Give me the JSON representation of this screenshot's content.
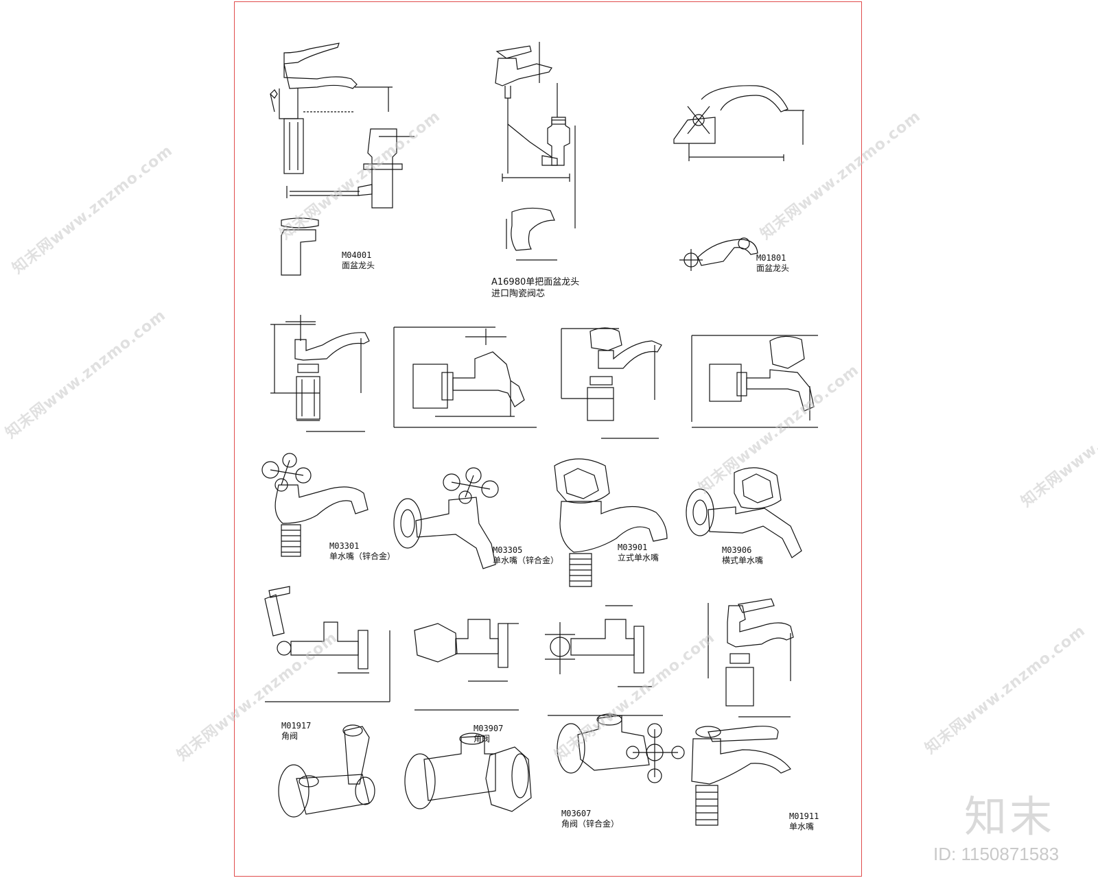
{
  "sheet": {
    "row1": {
      "a": {
        "code": "M04001",
        "name": "面盆龙头"
      },
      "b": {
        "code": "A16980单把面盆龙头",
        "name": "进口陶瓷阀芯"
      },
      "c": {
        "code": "M01801",
        "name": "面盆龙头"
      }
    },
    "row3": {
      "a": {
        "code": "M03301",
        "name": "单水嘴（锌合金）"
      },
      "b": {
        "code": "M03305",
        "name": "单水嘴（锌合金）"
      },
      "c": {
        "code": "M03901",
        "name": "立式单水嘴"
      },
      "d": {
        "code": "M03906",
        "name": "横式单水嘴"
      }
    },
    "row5": {
      "a": {
        "code": "M01917",
        "name": "角阀"
      },
      "b": {
        "code": "M03907",
        "name": "角阀"
      },
      "c": {
        "code": "M03607",
        "name": "角阀（锌合金）"
      },
      "d": {
        "code": "M01911",
        "name": "单水嘴"
      }
    }
  },
  "watermark": {
    "text": "知末网www.znzmo.com"
  },
  "brand": {
    "logo": "知末",
    "id": "ID: 1150871583"
  },
  "colors": {
    "border": "#e04a4a",
    "line": "#111111",
    "watermark": "#c8c8c8"
  }
}
